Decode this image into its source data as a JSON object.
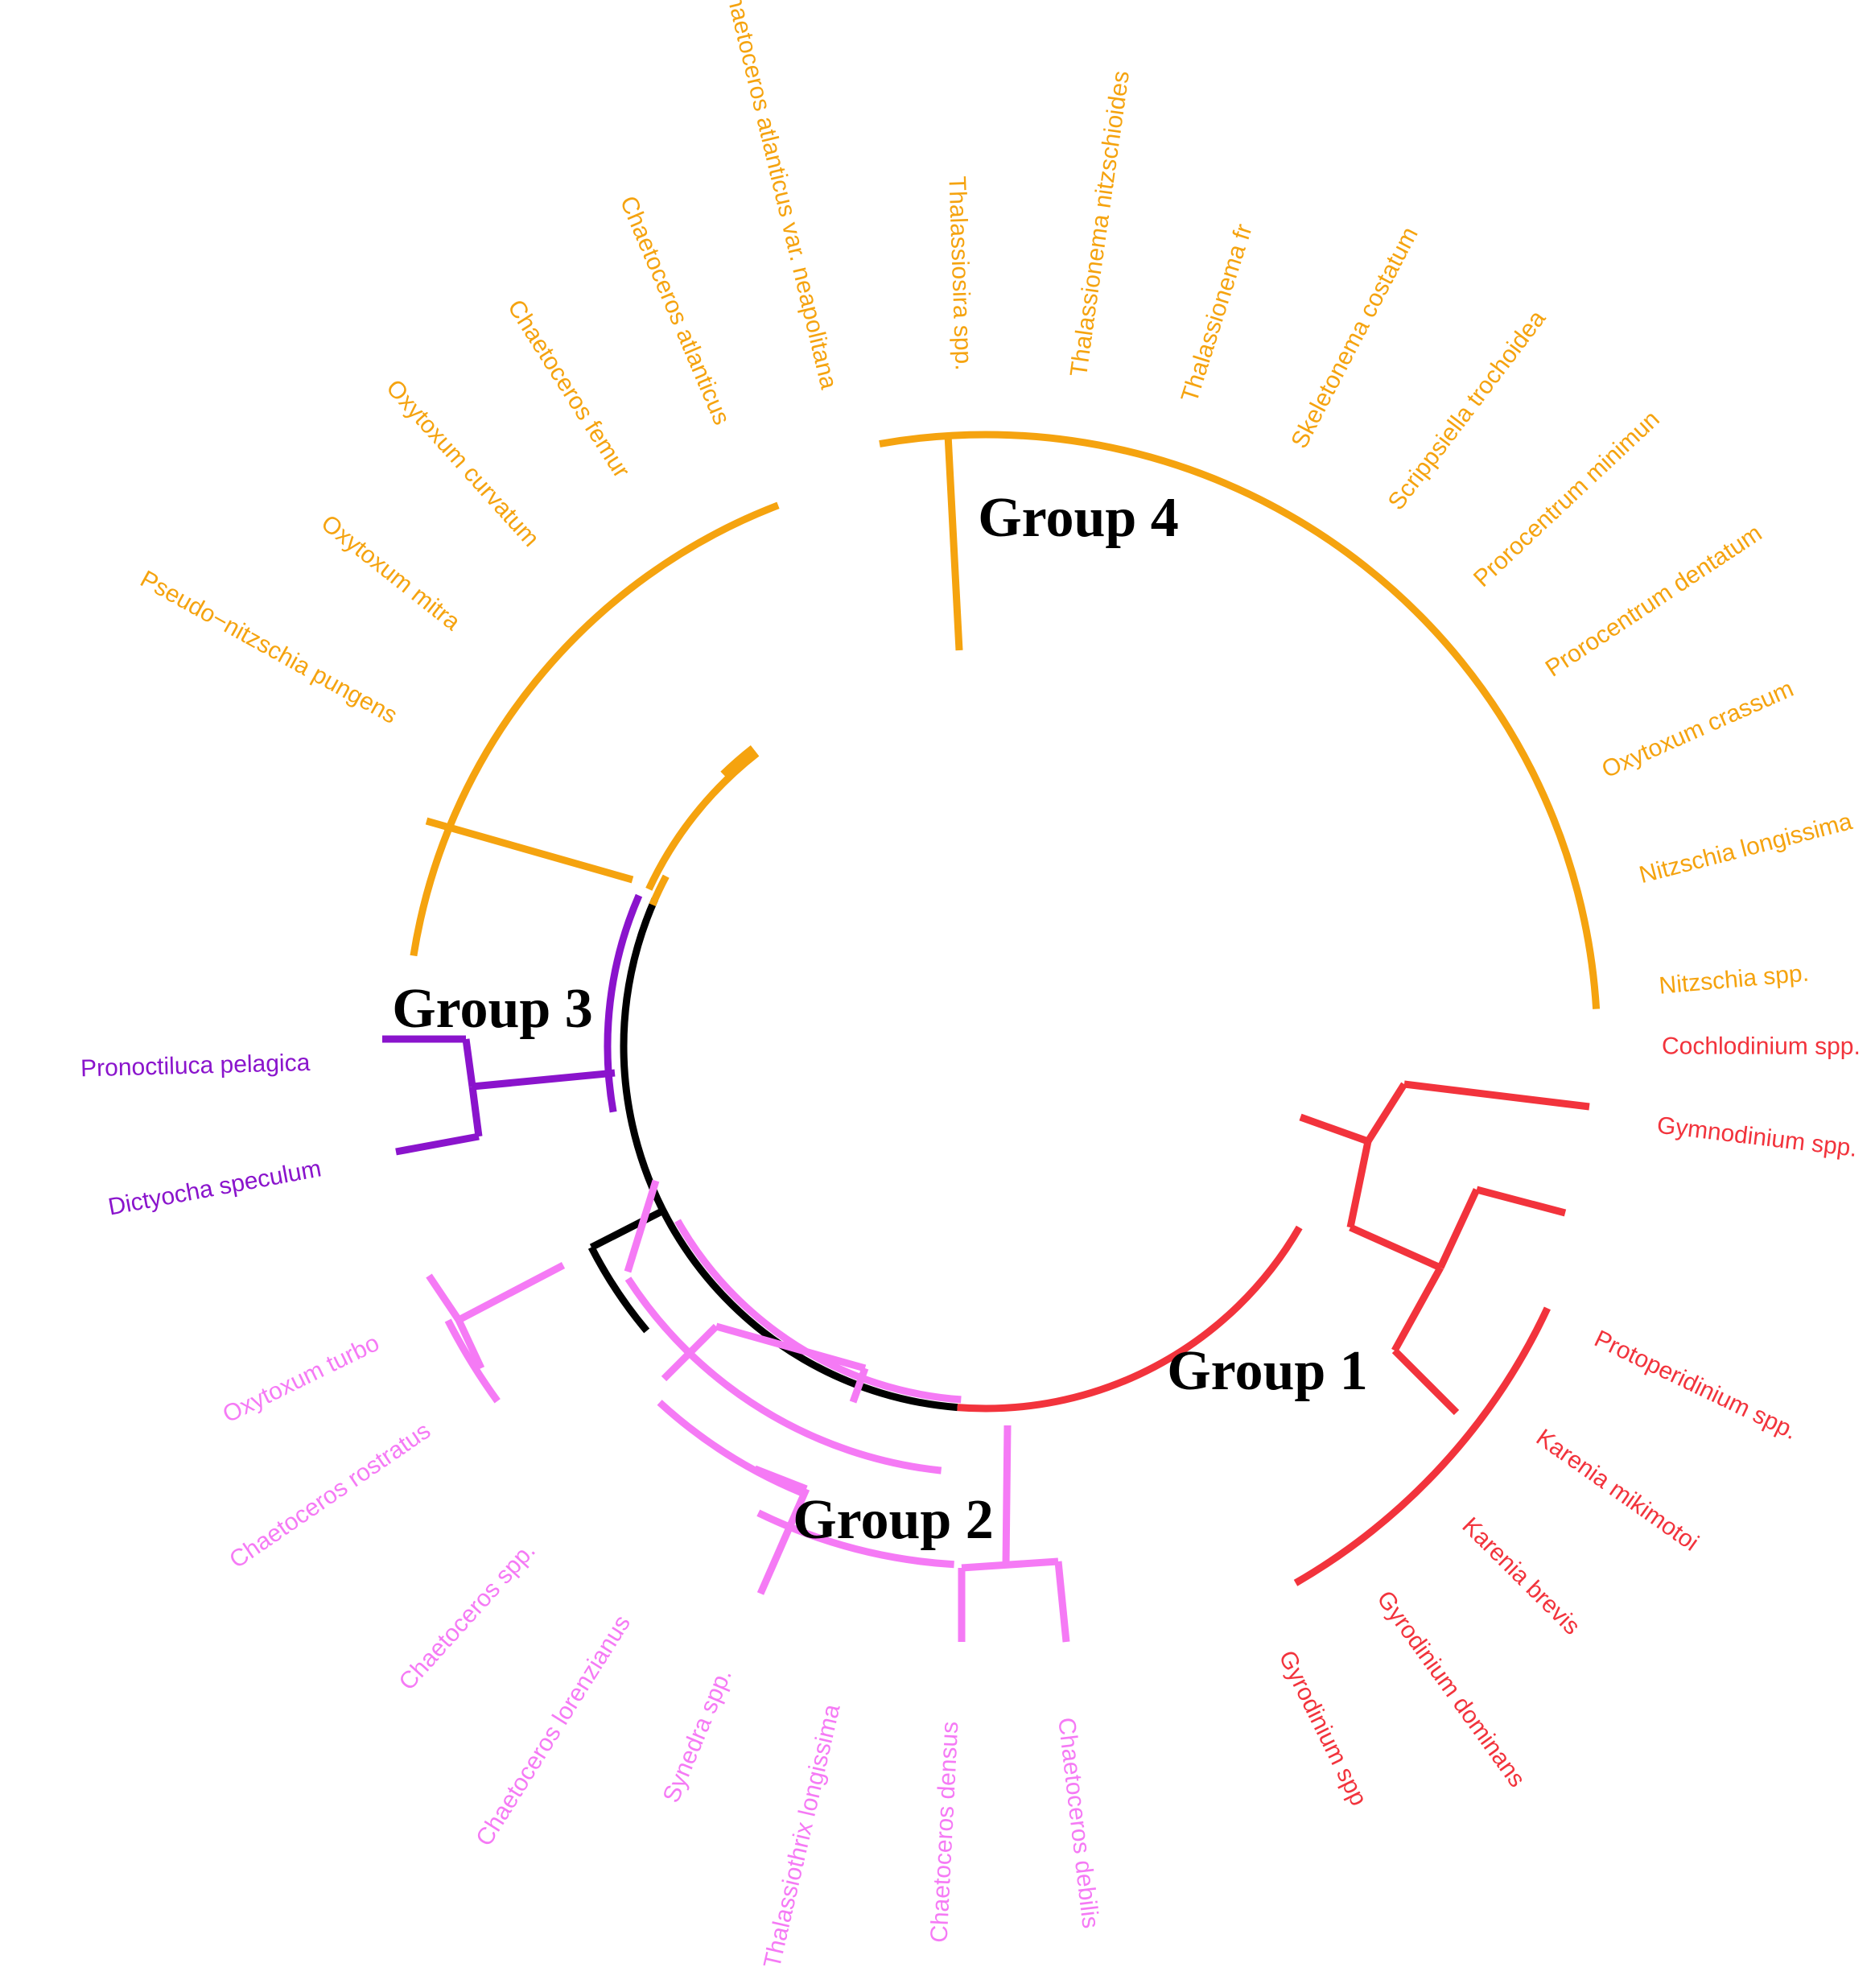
{
  "chart_data": {
    "type": "circular-dendrogram",
    "title": "",
    "colors": {
      "group1": "#f2333c",
      "group2": "#f57af5",
      "group3": "#8a14cc",
      "group4": "#f5a30f",
      "root": "#000000"
    },
    "groups": [
      {
        "id": "group1",
        "label": "Group 1"
      },
      {
        "id": "group2",
        "label": "Group 2"
      },
      {
        "id": "group3",
        "label": "Group 3"
      },
      {
        "id": "group4",
        "label": "Group 4"
      }
    ],
    "leaves": [
      {
        "name": "Nitzschia spp.",
        "group": "group4"
      },
      {
        "name": "Nitzschia longissima",
        "group": "group4"
      },
      {
        "name": "Oxytoxum crassum",
        "group": "group4"
      },
      {
        "name": "Prorocentrum dentatum",
        "group": "group4"
      },
      {
        "name": "Prorocentrum minimun",
        "group": "group4"
      },
      {
        "name": "Scrippsiella trochoidea",
        "group": "group4"
      },
      {
        "name": "Skeletonema costatum",
        "group": "group4"
      },
      {
        "name": "Thalassionema fr",
        "group": "group4"
      },
      {
        "name": "Thalassionema nitzschioides",
        "group": "group4"
      },
      {
        "name": "Thalassiosira spp.",
        "group": "group4"
      },
      {
        "name": "Chaetoceros atlanticus var. neapolitana",
        "group": "group4"
      },
      {
        "name": "Chaetoceros atlanticus",
        "group": "group4"
      },
      {
        "name": "Chaetoceros femur",
        "group": "group4"
      },
      {
        "name": "Oxytoxum curvatum",
        "group": "group4"
      },
      {
        "name": "Oxytoxum mitra",
        "group": "group4"
      },
      {
        "name": "Pseudo−nitzschia pungens",
        "group": "group4"
      },
      {
        "name": "Pronoctiluca pelagica",
        "group": "group3"
      },
      {
        "name": "Dictyocha speculum",
        "group": "group3"
      },
      {
        "name": "Oxytoxum turbo",
        "group": "group2"
      },
      {
        "name": "Chaetoceros rostratus",
        "group": "group2"
      },
      {
        "name": "Chaetoceros spp.",
        "group": "group2"
      },
      {
        "name": "Chaetoceros lorenzianus",
        "group": "group2"
      },
      {
        "name": "Synedra spp.",
        "group": "group2"
      },
      {
        "name": "Thalassiothrix longissima",
        "group": "group2"
      },
      {
        "name": "Chaetoceros densus",
        "group": "group2"
      },
      {
        "name": "Chaetoceros debilis",
        "group": "group2"
      },
      {
        "name": "Gyrodinium spp",
        "group": "group1"
      },
      {
        "name": "Gyrodinium dominans",
        "group": "group1"
      },
      {
        "name": "Karenia brevis",
        "group": "group1"
      },
      {
        "name": "Karenia mikimotoi",
        "group": "group1"
      },
      {
        "name": "Protoperidinium spp.",
        "group": "group1"
      },
      {
        "name": "Gymnodinium spp.",
        "group": "group1"
      },
      {
        "name": "Cochlodinium spp.",
        "group": "group1"
      }
    ]
  }
}
